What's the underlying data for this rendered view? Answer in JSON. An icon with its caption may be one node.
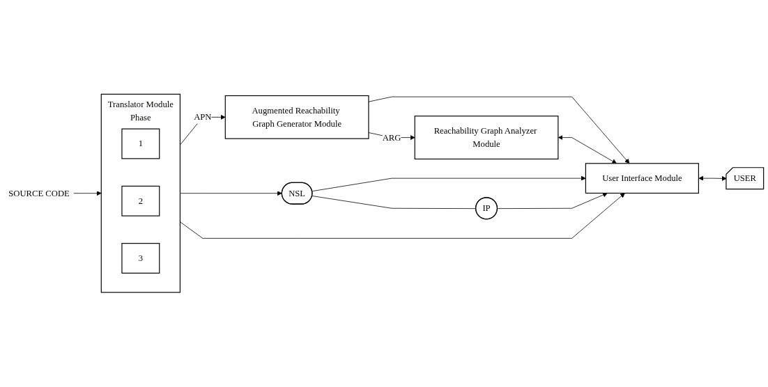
{
  "diagram": {
    "nodes": [
      {
        "text": [
          "Translator Module",
          "Phase"
        ]
      },
      {
        "text": [
          "1"
        ],
        "in": 0
      },
      {
        "text": [
          "2"
        ],
        "in": 0
      },
      {
        "text": [
          "3"
        ],
        "in": 0
      },
      {
        "text": [
          "Augmented Reachability Graph Generator Module"
        ]
      },
      {
        "text": [
          "Reachability Graph Analyzer Module"
        ]
      },
      {
        "text": [
          "NSL"
        ]
      },
      {
        "text": [
          "IP"
        ]
      },
      {
        "text": [
          "User Interface Module"
        ]
      },
      {
        "text": [
          "USER"
        ]
      },
      {
        "text": [
          "SOURCE CODE"
        ]
      }
    ],
    "edges": [
      {
        "from": 10,
        "to": 0,
        "arrow": "to"
      },
      {
        "from": 0,
        "to": 4,
        "arrow": "to",
        "label": "APN"
      },
      {
        "from": 4,
        "to": 5,
        "arrow": "to",
        "label": "ARG"
      },
      {
        "from": 0,
        "to": 8,
        "arrow": "to"
      },
      {
        "from": 4,
        "to": 8,
        "arrow": "to"
      },
      {
        "from": 5,
        "to": 8,
        "arrow": "both"
      },
      {
        "from": 0,
        "to": 6,
        "arrow": "to"
      },
      {
        "from": 6,
        "to": 7,
        "arrow": "none"
      },
      {
        "from": 6,
        "to": 8,
        "arrow": "to"
      },
      {
        "from": 7,
        "to": 8,
        "arrow": "to"
      },
      {
        "from": 8,
        "to": 9,
        "arrow": "both"
      }
    ]
  }
}
